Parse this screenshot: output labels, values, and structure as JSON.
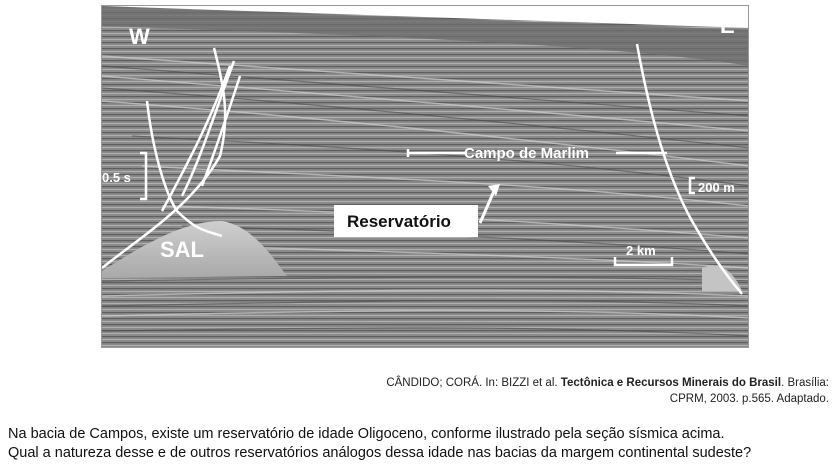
{
  "figure": {
    "label_west": "W",
    "label_east": "E",
    "label_scale_time": "0.5 s",
    "label_salt": "SAL",
    "label_field": "Campo de Marlim",
    "label_reservoir": "Reservatório",
    "label_scale_km": "2 km",
    "label_scale_depth": "200 m"
  },
  "credit": {
    "authors": "CÂNDIDO; CORÁ. In: BIZZI et al. ",
    "title": "Tectônica e Recursos Minerais do Brasil",
    "rest1": ". Brasília:",
    "line2": "CPRM, 2003. p.565. Adaptado."
  },
  "question": {
    "line1": "Na bacia de Campos, existe um reservatório de idade Oligoceno, conforme ilustrado pela seção sísmica acima.",
    "line2": "Qual a natureza desse e de outros reservatórios análogos dessa idade nas bacias da margem continental sudeste?"
  }
}
